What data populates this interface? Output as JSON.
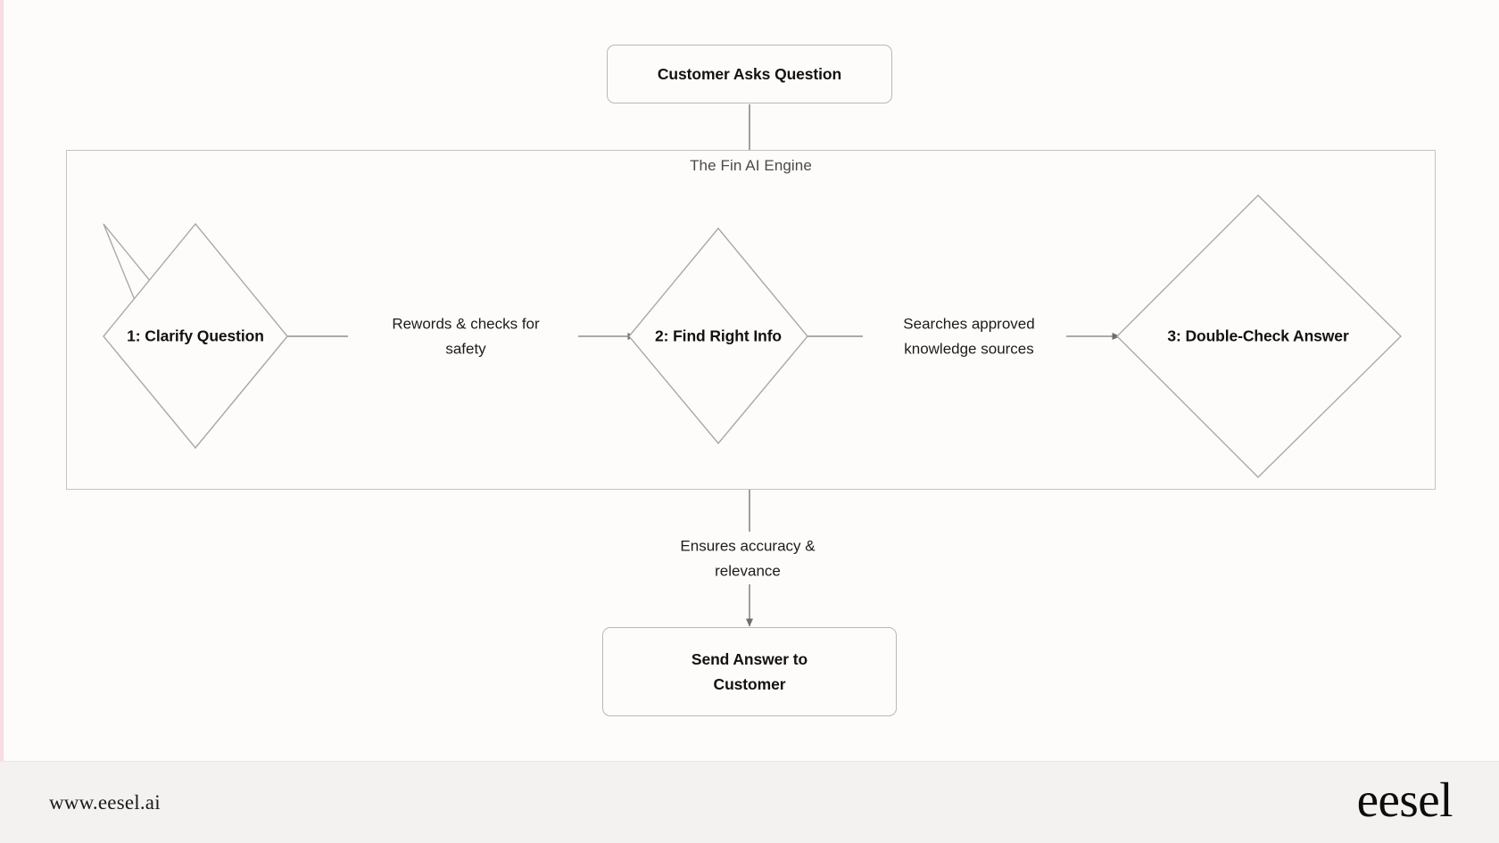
{
  "page": {
    "background_color": "#FDFCFA",
    "accent_stripe_color": "#FADCE2"
  },
  "diagram": {
    "type": "flowchart",
    "orientation": "top-to-bottom",
    "start_node": {
      "id": "start",
      "label": "Customer Asks Question",
      "shape": "rounded-rect"
    },
    "container": {
      "id": "fin-engine",
      "label": "The Fin AI Engine",
      "shape": "subgraph-box"
    },
    "steps": [
      {
        "id": "step1",
        "label": "1: Clarify Question",
        "shape": "diamond"
      },
      {
        "id": "step2",
        "label": "2: Find Right Info",
        "shape": "diamond"
      },
      {
        "id": "step3",
        "label": "3: Double-Check Answer",
        "shape": "diamond"
      }
    ],
    "end_node": {
      "id": "end",
      "label": "Send Answer to\nCustomer",
      "line1": "Send Answer to",
      "line2": "Customer",
      "shape": "rounded-rect"
    },
    "edges": [
      {
        "from": "start",
        "to": "fin-engine",
        "label": "",
        "arrow": false
      },
      {
        "from": "step1",
        "to": "step2",
        "label": "Rewords & checks for safety",
        "line1": "Rewords & checks for",
        "line2": "safety",
        "arrow": true
      },
      {
        "from": "step2",
        "to": "step3",
        "label": "Searches approved knowledge sources",
        "line1": "Searches approved",
        "line2": "knowledge sources",
        "arrow": true
      },
      {
        "from": "fin-engine",
        "to": "end",
        "label": "Ensures accuracy & relevance",
        "line1": "Ensures accuracy &",
        "line2": "relevance",
        "arrow": true
      }
    ],
    "stroke_color": "#9A9A9A",
    "node_border_color": "#B8B8B8",
    "container_border_color": "#C3C3C3"
  },
  "footer": {
    "url": "www.eesel.ai",
    "logo": "eesel",
    "background_color": "#F3F2F1"
  }
}
